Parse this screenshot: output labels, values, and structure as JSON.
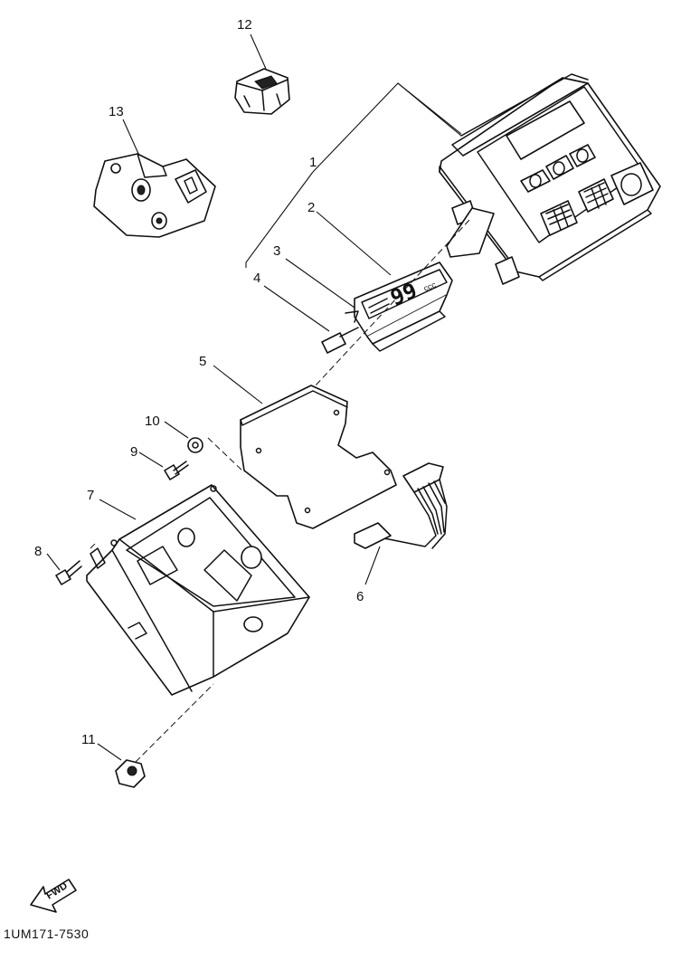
{
  "callouts": {
    "c1": "1",
    "c2": "2",
    "c3": "3",
    "c4": "4",
    "c5": "5",
    "c6": "6",
    "c7": "7",
    "c8": "8",
    "c9": "9",
    "c10": "10",
    "c11": "11",
    "c12": "12",
    "c13": "13"
  },
  "display_digits": "99",
  "display_unit": "ccc",
  "forward_marker": "FWD",
  "diagram_code": "1UM171-7530"
}
